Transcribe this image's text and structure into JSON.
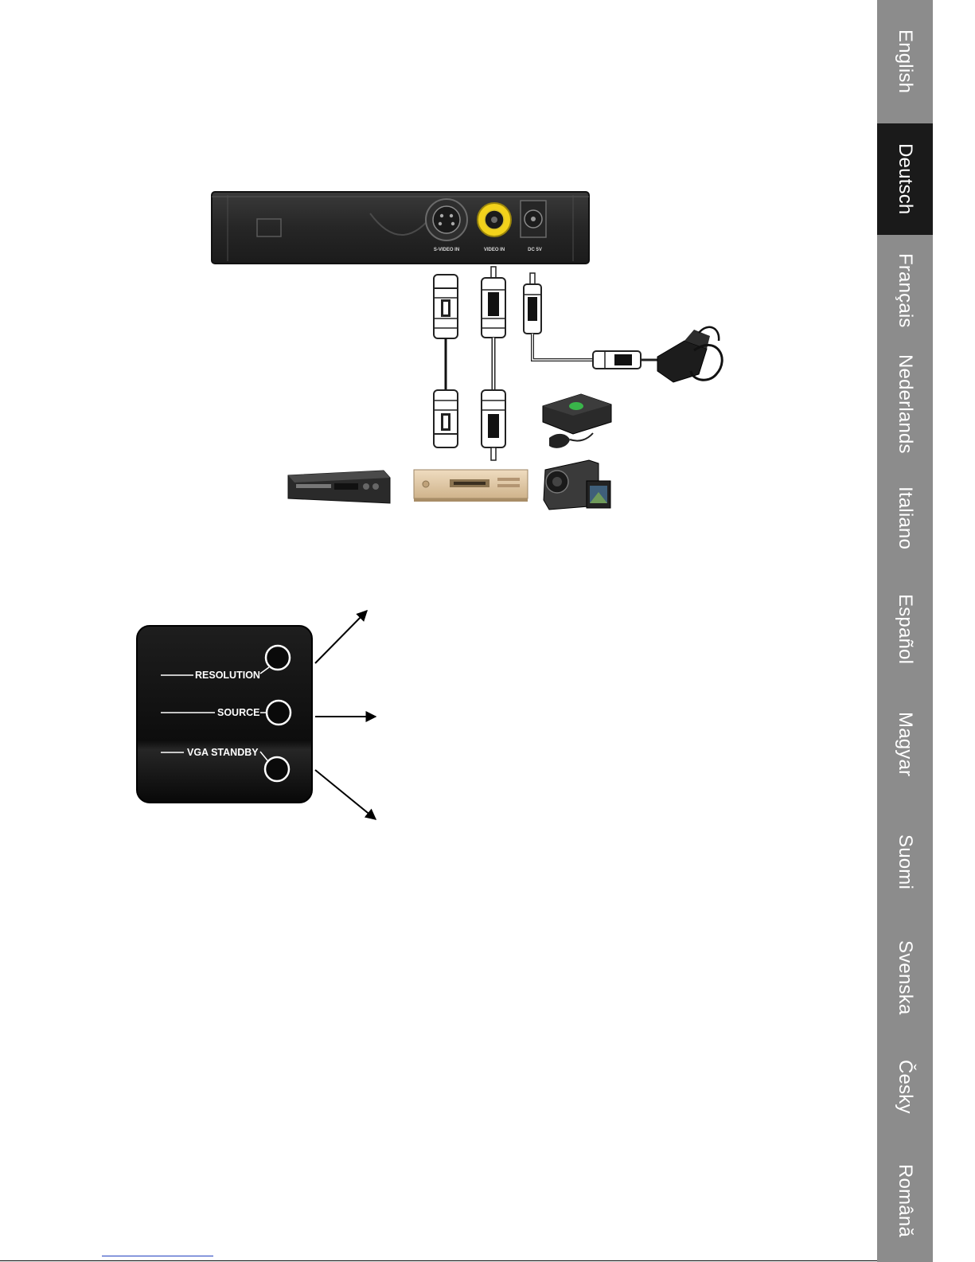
{
  "languages": {
    "active": "Deutsch",
    "tabs": [
      {
        "label": "English"
      },
      {
        "label": "Deutsch"
      },
      {
        "label": "Français"
      },
      {
        "label": "Nederlands"
      },
      {
        "label": "Italiano"
      },
      {
        "label": "Español"
      },
      {
        "label": "Magyar"
      },
      {
        "label": "Suomi"
      },
      {
        "label": "Svenska"
      },
      {
        "label": "Česky"
      },
      {
        "label": "Română"
      }
    ]
  },
  "device": {
    "ports": {
      "svideo": "S-VIDEO IN",
      "video": "VIDEO IN",
      "dc": "DC 5V"
    }
  },
  "panel": {
    "buttons": {
      "resolution": "RESOLUTION",
      "source": "SOURCE",
      "vga_standby": "VGA STANDBY"
    }
  },
  "colors": {
    "sidebar": "#8c8c8c",
    "sidebar_active": "#1a1a1a",
    "device_body": "#2b2b2b",
    "video_port": "#f2d21b"
  }
}
